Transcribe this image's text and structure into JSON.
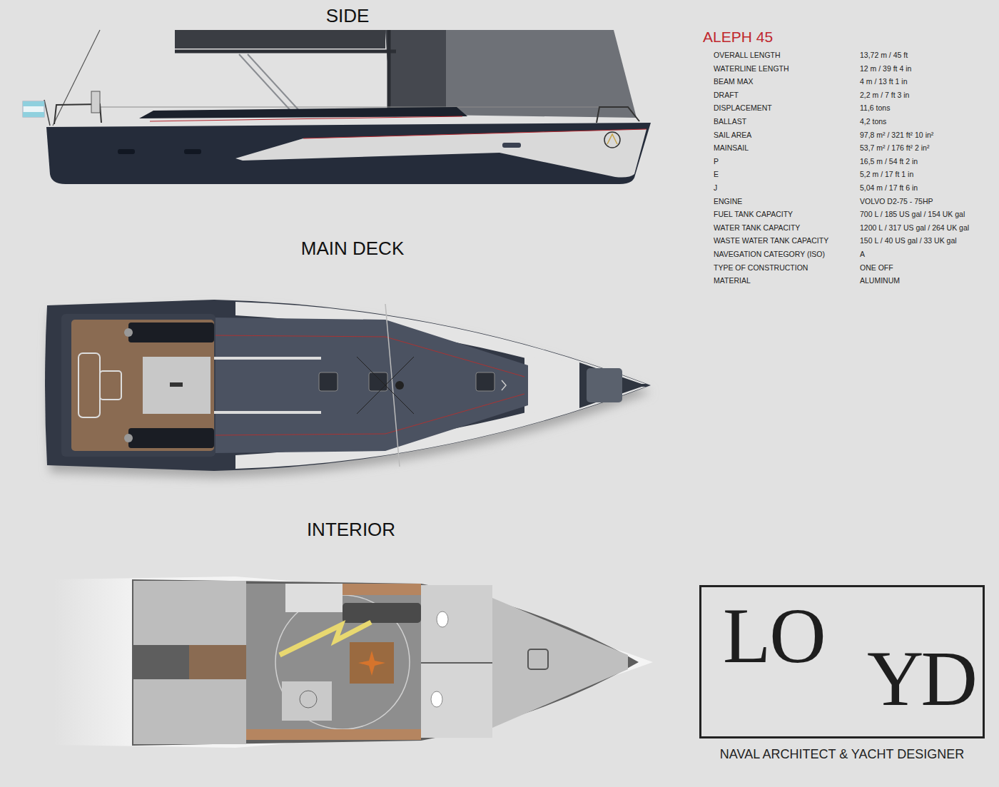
{
  "diagram": {
    "title": "ALEPH 45",
    "nodes": [
      {
        "text": [
          "LO",
          "YD",
          "NAVAL ARCHITECT & YACHT DESIGNER"
        ]
      }
    ],
    "labels": [
      "SIDE",
      "MAIN DECK",
      "INTERIOR",
      "OVERALL LENGTH",
      "13,72 m / 45 ft",
      "WATERLINE LENGTH",
      "12 m / 39 ft 4 in",
      "BEAM MAX",
      "4 m / 13 ft 1 in",
      "DRAFT",
      "2,2 m / 7 ft 3 in",
      "DISPLACEMENT",
      "11,6 tons",
      "BALLAST",
      "4,2 tons",
      "SAIL AREA",
      "97,8 m² / 321 ft² 10 in²",
      "MAINSAIL",
      "53,7 m² / 176 ft² 2 in²",
      "P",
      "16,5 m / 54 ft 2 in",
      "E",
      "5,2 m / 17 ft 1 in",
      "J",
      "5,04 m / 17 ft 6 in",
      "ENGINE",
      "VOLVO D2-75 - 75HP",
      "FUEL TANK CAPACITY",
      "700 L / 185 US gal / 154 UK gal",
      "WATER TANK CAPACITY",
      "1200 L / 317 US gal / 264 UK gal",
      "WASTE WATER TANK CAPACITY",
      "150 L / 40 US gal / 33 UK gal",
      "NAVEGATION CATEGORY (ISO)",
      "A",
      "TYPE OF CONSTRUCTION",
      "ONE OFF",
      "MATERIAL",
      "ALUMINUM"
    ]
  }
}
